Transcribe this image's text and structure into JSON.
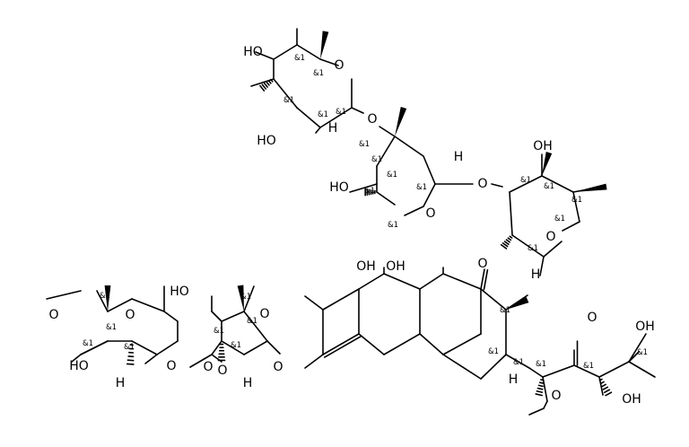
{
  "molecule": {
    "atom_labels": [
      "HO",
      "HO",
      "O",
      "O",
      "HO",
      "O",
      "O",
      "OH",
      "O",
      "OH",
      "OH",
      "O",
      "O",
      "O",
      "O",
      "HO",
      "O",
      "O",
      "HO",
      "O",
      "O",
      "O",
      "OH",
      "OH",
      "O",
      "H",
      "H",
      "H",
      "H",
      "H",
      "H"
    ],
    "stereo_marker": "&1"
  }
}
